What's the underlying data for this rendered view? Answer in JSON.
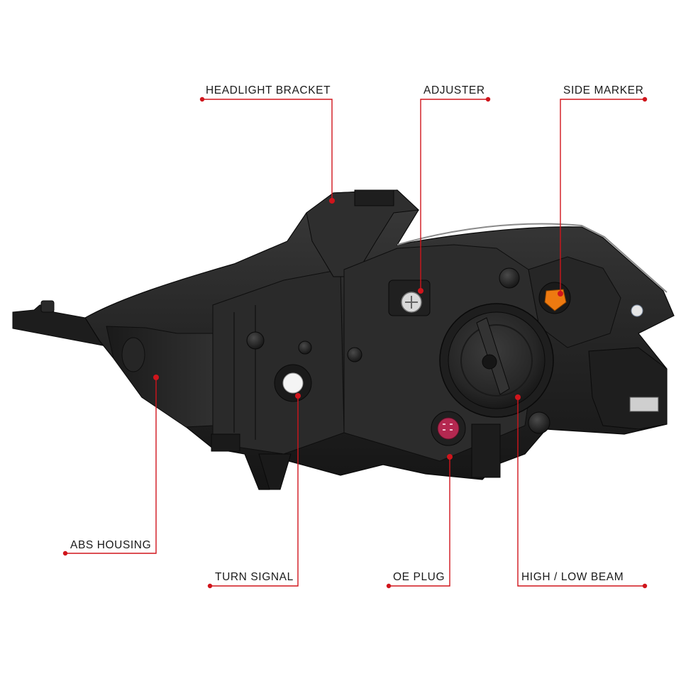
{
  "colors": {
    "background": "#ffffff",
    "leader_line": "#d0151c",
    "label_text": "#1a1a1a",
    "housing_dark": "#1c1c1c",
    "housing_mid": "#2b2b2b",
    "housing_light": "#3a3a3a",
    "amber_bulb": "#ee7a10",
    "oe_plug": "#b42850",
    "chrome": "#d8d8d8"
  },
  "callouts": [
    {
      "id": "headlight-bracket",
      "label": "HEADLIGHT BRACKET"
    },
    {
      "id": "adjuster",
      "label": "ADJUSTER"
    },
    {
      "id": "side-marker",
      "label": "SIDE MARKER"
    },
    {
      "id": "abs-housing",
      "label": "ABS HOUSING"
    },
    {
      "id": "turn-signal",
      "label": "TURN SIGNAL"
    },
    {
      "id": "oe-plug",
      "label": "OE PLUG"
    },
    {
      "id": "high-low-beam",
      "label": "HIGH / LOW BEAM"
    }
  ]
}
